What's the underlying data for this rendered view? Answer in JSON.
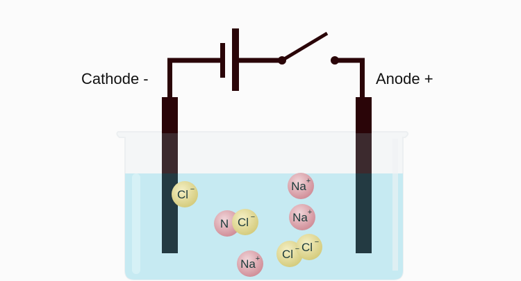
{
  "labels": {
    "cathode": "Cathode -",
    "anode": "Anode +"
  },
  "ions": [
    {
      "symbol": "Cl",
      "charge": "−",
      "type": "chloride"
    },
    {
      "symbol": "Na",
      "charge": "+",
      "type": "sodium"
    },
    {
      "symbol": "N",
      "charge": "",
      "type": "sodium"
    },
    {
      "symbol": "Cl",
      "charge": "−",
      "type": "chloride"
    },
    {
      "symbol": "Na",
      "charge": "+",
      "type": "sodium"
    },
    {
      "symbol": "Cl",
      "charge": "−",
      "type": "chloride"
    },
    {
      "symbol": "Cl",
      "charge": "−",
      "type": "chloride"
    },
    {
      "symbol": "Na",
      "charge": "+",
      "type": "sodium"
    }
  ],
  "colors": {
    "wire": "#2a0508",
    "electrode_submerged": "#233a42",
    "water": "#c6eaf2",
    "sodium": "#dba0a8",
    "chloride": "#e3dc9a",
    "ion_text": "#1c3a3a"
  }
}
